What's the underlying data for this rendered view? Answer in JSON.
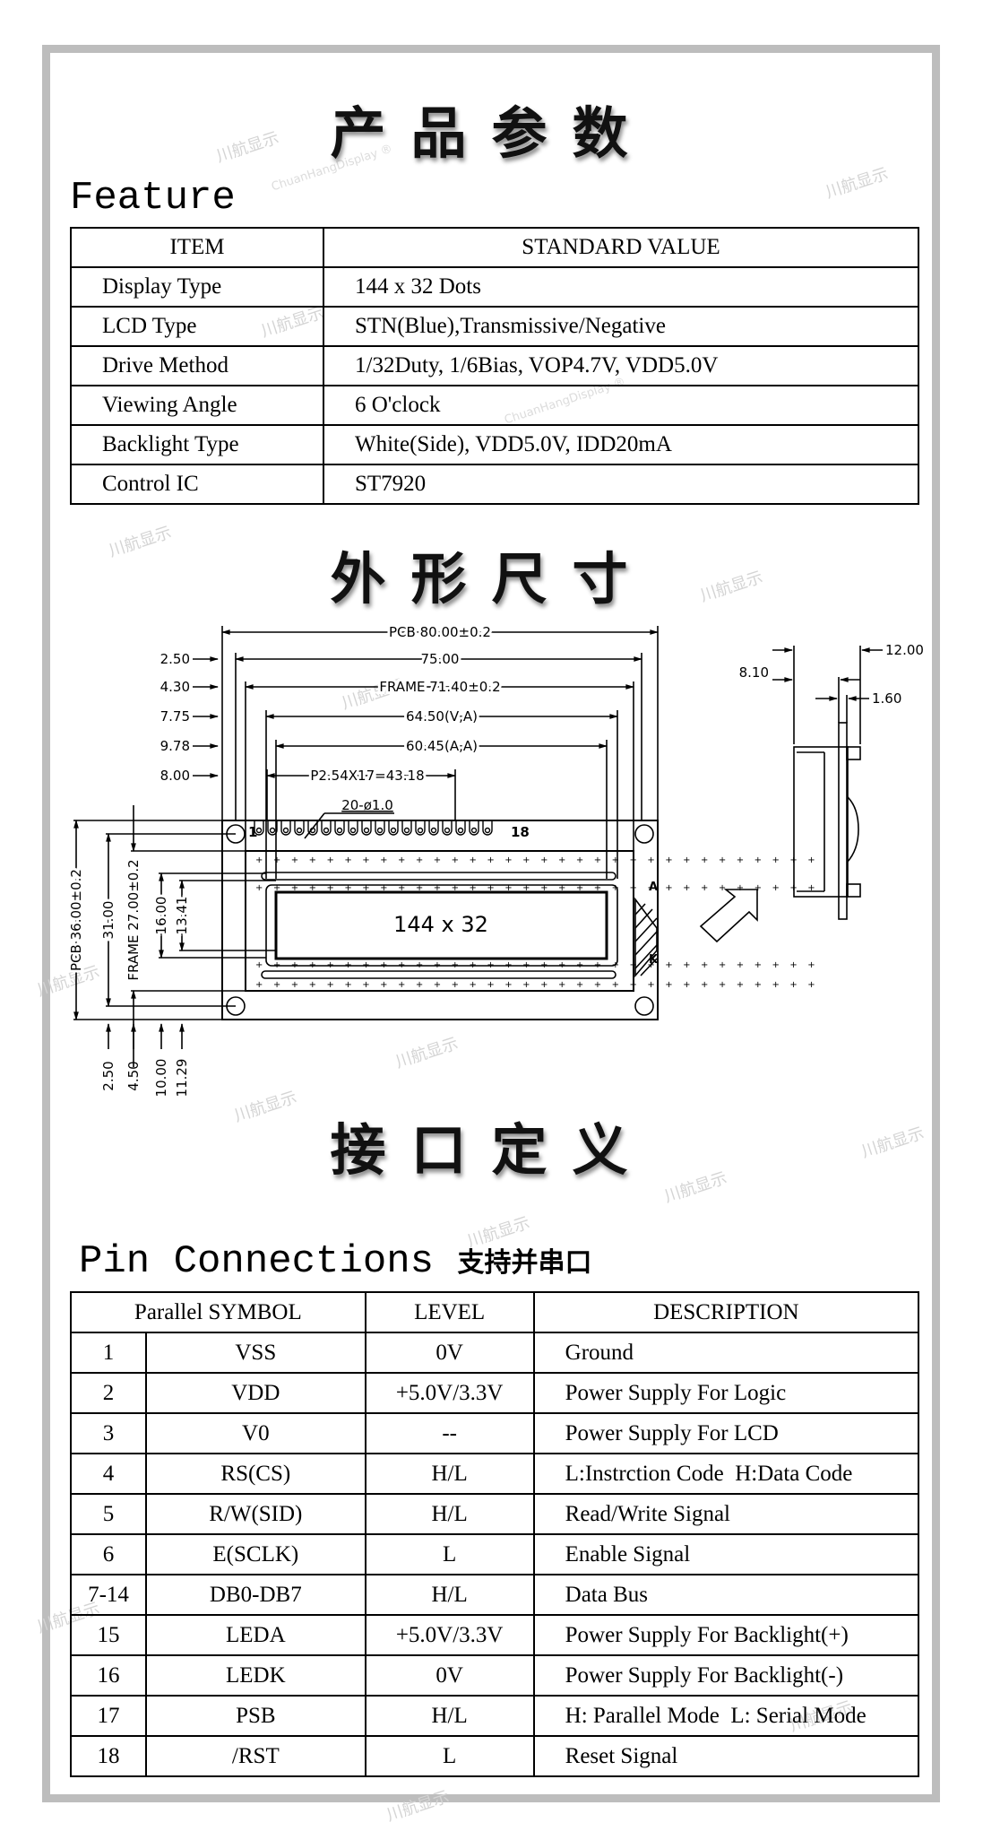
{
  "sections": {
    "params_title": "产品参数",
    "dimensions_title": "外形尺寸",
    "interface_title": "接口定义"
  },
  "feature": {
    "heading": "Feature",
    "headers": [
      "ITEM",
      "STANDARD VALUE"
    ],
    "rows": [
      {
        "item": "Display Type",
        "value": "144 x 32 Dots"
      },
      {
        "item": "LCD Type",
        "value": "STN(Blue),Transmissive/Negative"
      },
      {
        "item": "Drive Method",
        "value": "1/32Duty, 1/6Bias, VOP4.7V, VDD5.0V"
      },
      {
        "item": "Viewing Angle",
        "value": "6 O'clock"
      },
      {
        "item": "Backlight Type",
        "value": "White(Side), VDD5.0V, IDD20mA"
      },
      {
        "item": "Control IC",
        "value": "ST7920"
      }
    ]
  },
  "drawing": {
    "top_dims": {
      "pcb": "PCB 80.00±0.2",
      "d75": "75.00",
      "frame": "FRAME 71.40±0.2",
      "va": "64.50(V,A)",
      "aa": "60.45(A,A)",
      "pitch": "P2.54X17=43.18",
      "holes": "20-ø1.0"
    },
    "left_offsets": [
      "2.50",
      "4.30",
      "7.75",
      "9.78",
      "8.00"
    ],
    "side_dims": {
      "pcb": "PCB 36.00±0.2",
      "d31": "31.00",
      "frame": "FRAME 27.00±0.2",
      "va": "16.00",
      "aa": "13.41"
    },
    "bottom_offsets": [
      "2.50",
      "4.50",
      "10.00",
      "11.29"
    ],
    "pin_first": "1",
    "pin_last": "18",
    "display_label": "144 x 32",
    "backlight_a": "A",
    "backlight_k": "K",
    "profile": {
      "d_810": "8.10",
      "d_1200": "12.00",
      "d_160": "1.60"
    }
  },
  "pins": {
    "heading": "Pin Connections",
    "heading_cn": "支持并串口",
    "headers": [
      "Parallel SYMBOL",
      "LEVEL",
      "DESCRIPTION"
    ],
    "rows": [
      {
        "no": "1",
        "symbol": "VSS",
        "level": "0V",
        "desc": "Ground"
      },
      {
        "no": "2",
        "symbol": "VDD",
        "level": "+5.0V/3.3V",
        "desc": "Power Supply For Logic"
      },
      {
        "no": "3",
        "symbol": "V0",
        "level": "--",
        "desc": "Power Supply For LCD"
      },
      {
        "no": "4",
        "symbol": "RS(CS)",
        "level": "H/L",
        "desc": "L:Instrction Code  H:Data Code"
      },
      {
        "no": "5",
        "symbol": "R/W(SID)",
        "level": "H/L",
        "desc": "Read/Write Signal"
      },
      {
        "no": "6",
        "symbol": "E(SCLK)",
        "level": "L",
        "desc": "Enable Signal"
      },
      {
        "no": "7-14",
        "symbol": "DB0-DB7",
        "level": "H/L",
        "desc": "Data Bus"
      },
      {
        "no": "15",
        "symbol": "LEDA",
        "level": "+5.0V/3.3V",
        "desc": "Power Supply For Backlight(+)"
      },
      {
        "no": "16",
        "symbol": "LEDK",
        "level": "0V",
        "desc": "Power Supply For Backlight(-)"
      },
      {
        "no": "17",
        "symbol": "PSB",
        "level": "H/L",
        "desc": "H: Parallel Mode  L: Serial Mode"
      },
      {
        "no": "18",
        "symbol": "/RST",
        "level": "L",
        "desc": "Reset Signal"
      }
    ]
  },
  "watermark": {
    "cn": "川航显示",
    "en": "ChuanHangDisplay ®"
  }
}
